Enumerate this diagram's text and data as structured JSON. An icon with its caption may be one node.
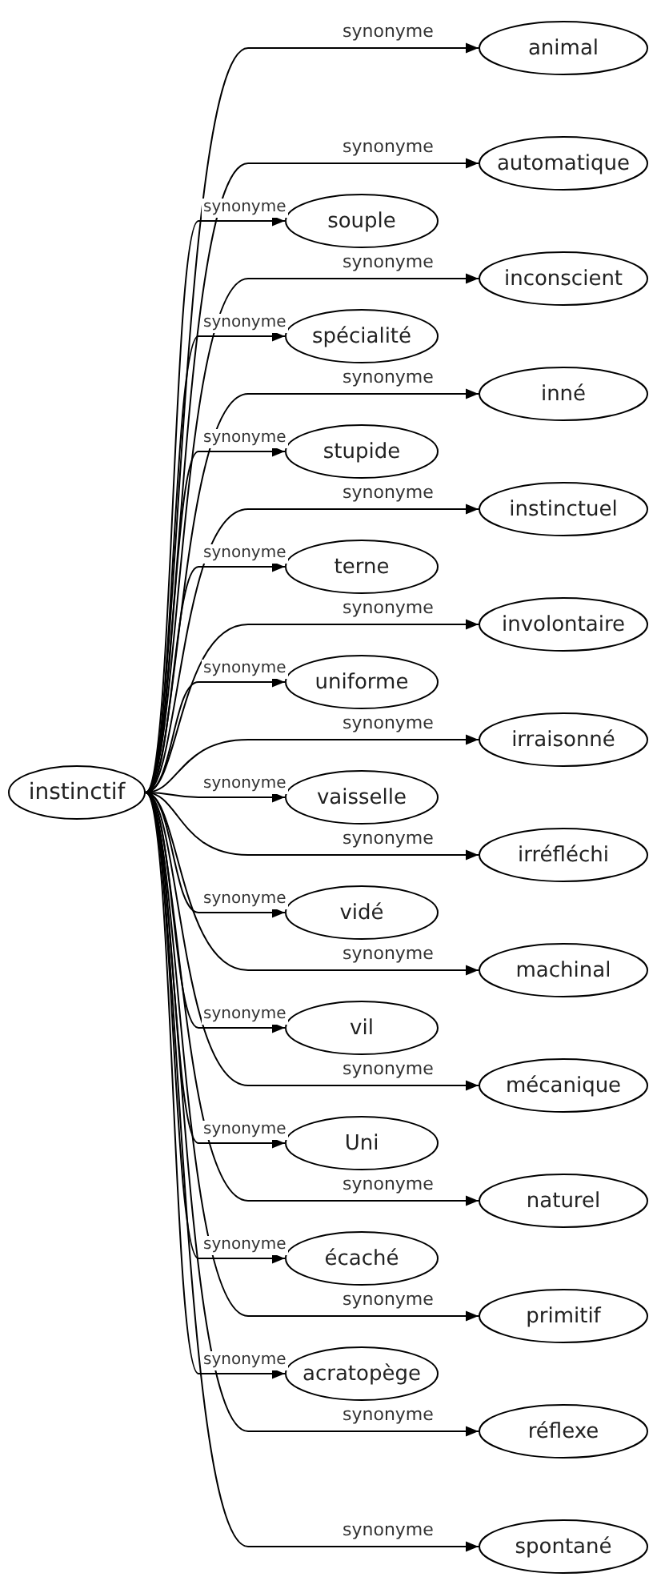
{
  "diagram": {
    "nodes": [
      {
        "text": [
          "instinctif"
        ]
      },
      {
        "text": [
          "animal"
        ]
      },
      {
        "text": [
          "automatique"
        ]
      },
      {
        "text": [
          "inconscient"
        ]
      },
      {
        "text": [
          "inné"
        ]
      },
      {
        "text": [
          "instinctuel"
        ]
      },
      {
        "text": [
          "involontaire"
        ]
      },
      {
        "text": [
          "irraisonné"
        ]
      },
      {
        "text": [
          "irréfléchi"
        ]
      },
      {
        "text": [
          "machinal"
        ]
      },
      {
        "text": [
          "mécanique"
        ]
      },
      {
        "text": [
          "naturel"
        ]
      },
      {
        "text": [
          "primitif"
        ]
      },
      {
        "text": [
          "réflexe"
        ]
      },
      {
        "text": [
          "spontané"
        ]
      },
      {
        "text": [
          "souple"
        ]
      },
      {
        "text": [
          "spécialité"
        ]
      },
      {
        "text": [
          "stupide"
        ]
      },
      {
        "text": [
          "terne"
        ]
      },
      {
        "text": [
          "uniforme"
        ]
      },
      {
        "text": [
          "vaisselle"
        ]
      },
      {
        "text": [
          "vidé"
        ]
      },
      {
        "text": [
          "vil"
        ]
      },
      {
        "text": [
          "Uni"
        ]
      },
      {
        "text": [
          "écaché"
        ]
      },
      {
        "text": [
          "acratopège"
        ]
      }
    ],
    "edges": [
      {
        "from": 0,
        "to": 1,
        "arrow": "to",
        "label": "synonyme"
      },
      {
        "from": 0,
        "to": 2,
        "arrow": "to",
        "label": "synonyme"
      },
      {
        "from": 0,
        "to": 3,
        "arrow": "to",
        "label": "synonyme"
      },
      {
        "from": 0,
        "to": 4,
        "arrow": "to",
        "label": "synonyme"
      },
      {
        "from": 0,
        "to": 5,
        "arrow": "to",
        "label": "synonyme"
      },
      {
        "from": 0,
        "to": 6,
        "arrow": "to",
        "label": "synonyme"
      },
      {
        "from": 0,
        "to": 7,
        "arrow": "to",
        "label": "synonyme"
      },
      {
        "from": 0,
        "to": 8,
        "arrow": "to",
        "label": "synonyme"
      },
      {
        "from": 0,
        "to": 9,
        "arrow": "to",
        "label": "synonyme"
      },
      {
        "from": 0,
        "to": 10,
        "arrow": "to",
        "label": "synonyme"
      },
      {
        "from": 0,
        "to": 11,
        "arrow": "to",
        "label": "synonyme"
      },
      {
        "from": 0,
        "to": 12,
        "arrow": "to",
        "label": "synonyme"
      },
      {
        "from": 0,
        "to": 13,
        "arrow": "to",
        "label": "synonyme"
      },
      {
        "from": 0,
        "to": 14,
        "arrow": "to",
        "label": "synonyme"
      },
      {
        "from": 0,
        "to": 15,
        "arrow": "to",
        "label": "synonyme"
      },
      {
        "from": 0,
        "to": 16,
        "arrow": "to",
        "label": "synonyme"
      },
      {
        "from": 0,
        "to": 17,
        "arrow": "to",
        "label": "synonyme"
      },
      {
        "from": 0,
        "to": 18,
        "arrow": "to",
        "label": "synonyme"
      },
      {
        "from": 0,
        "to": 19,
        "arrow": "to",
        "label": "synonyme"
      },
      {
        "from": 0,
        "to": 20,
        "arrow": "to",
        "label": "synonyme"
      },
      {
        "from": 0,
        "to": 21,
        "arrow": "to",
        "label": "synonyme"
      },
      {
        "from": 0,
        "to": 22,
        "arrow": "to",
        "label": "synonyme"
      },
      {
        "from": 0,
        "to": 23,
        "arrow": "to",
        "label": "synonyme"
      },
      {
        "from": 0,
        "to": 24,
        "arrow": "to",
        "label": "synonyme"
      },
      {
        "from": 0,
        "to": 25,
        "arrow": "to",
        "label": "synonyme"
      }
    ]
  }
}
